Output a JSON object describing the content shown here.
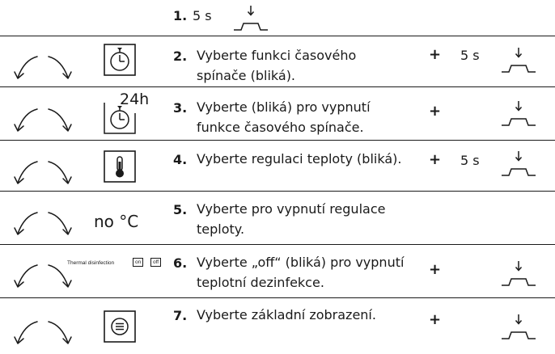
{
  "steps": [
    {
      "num": "1.",
      "seconds": "5 s"
    },
    {
      "num": "2.",
      "text_l1": "Vyberte funkci časového",
      "text_l2": "spínače (bliká).",
      "plus": "+",
      "seconds": "5 s"
    },
    {
      "num": "3.",
      "text_l1": "Vyberte (bliká) pro vypnutí",
      "text_l2": "funkce časového spínače.",
      "plus": "+",
      "label": "24h"
    },
    {
      "num": "4.",
      "text_l1": "Vyberte regulaci teploty (bliká).",
      "plus": "+",
      "seconds": "5 s"
    },
    {
      "num": "5.",
      "text_l1": "Vyberte pro vypnutí regulace",
      "text_l2": "teploty.",
      "label": "no °C"
    },
    {
      "num": "6.",
      "text_l1": "Vyberte „off“ (bliká) pro vypnutí",
      "text_l2": "teplotní dezinfekce.",
      "plus": "+",
      "label": "Thermal disinfection",
      "on": "on",
      "off": "off"
    },
    {
      "num": "7.",
      "text_l1": "Vyberte základní zobrazení.",
      "plus": "+"
    }
  ],
  "icons": {
    "rotate": "rotate-arrows-icon",
    "button": "button-press-icon",
    "timer": "timer-icon",
    "thermometer": "thermometer-icon",
    "menu": "menu-icon"
  }
}
